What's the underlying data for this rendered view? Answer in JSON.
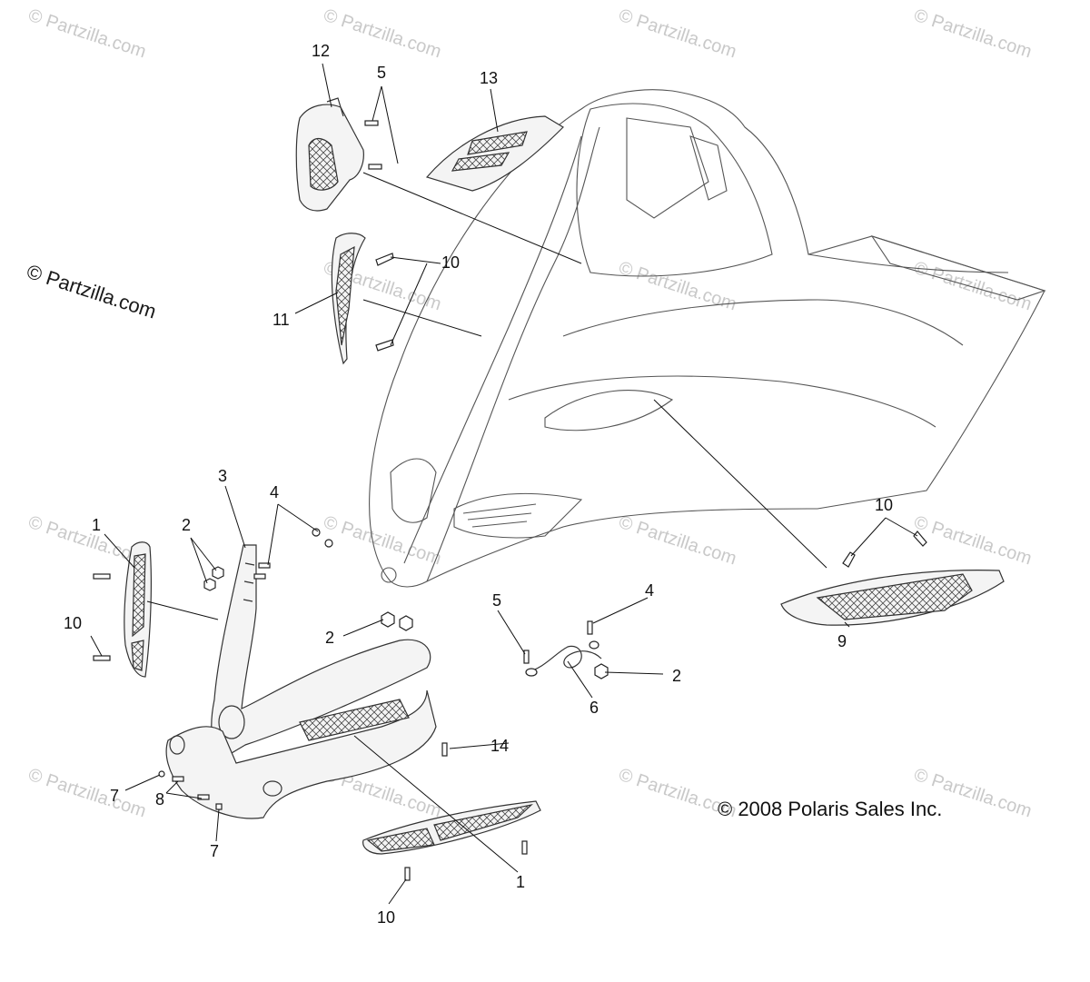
{
  "watermark_text": "© Partzilla.com",
  "side_watermark_text": "© Partzilla.com",
  "copyright_text": "© 2008 Polaris Sales Inc.",
  "callouts": {
    "c1a": "1",
    "c1b": "1",
    "c2a": "2",
    "c2b": "2",
    "c2c": "2",
    "c3": "3",
    "c4a": "4",
    "c4b": "4",
    "c5a": "5",
    "c5b": "5",
    "c6": "6",
    "c7a": "7",
    "c7b": "7",
    "c8": "8",
    "c9": "9",
    "c10a": "10",
    "c10b": "10",
    "c10c": "10",
    "c10d": "10",
    "c11": "11",
    "c12": "12",
    "c13": "13",
    "c14": "14"
  }
}
